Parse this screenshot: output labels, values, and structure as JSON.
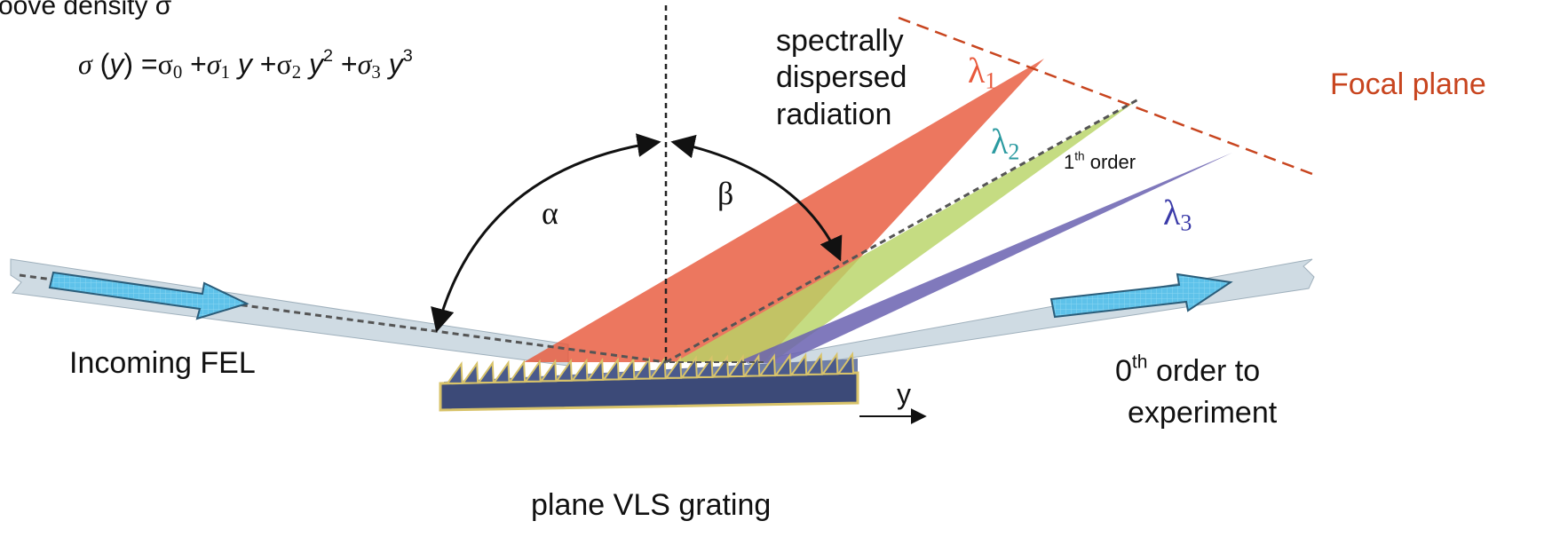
{
  "labels": {
    "groove_density": "oove density σ",
    "formula": {
      "sigma": "σ",
      "y": "y",
      "sigma0": "σ",
      "sub0": "0",
      "sigma1": "σ",
      "sub1": "1",
      "sigma2": "σ",
      "sub2": "2",
      "exp2": "2",
      "sigma3": "σ",
      "sub3": "3",
      "exp3": "3"
    },
    "spectral_line1": "spectrally",
    "spectral_line2": "dispersed",
    "spectral_line3": "radiation",
    "lambda1": "λ",
    "lambda1_sub": "1",
    "lambda2": "λ",
    "lambda2_sub": "2",
    "lambda3": "λ",
    "lambda3_sub": "3",
    "focal_plane": "Focal plane",
    "first_order_num": "1",
    "first_order_sup": "th",
    "first_order_text": " order",
    "alpha": "α",
    "beta": "β",
    "incoming": "Incoming FEL",
    "zeroth_num": "0",
    "zeroth_sup": "th",
    "zeroth_line1_rest": " order to",
    "zeroth_line2": "experiment",
    "y_axis": "y",
    "grating": "plane VLS grating"
  },
  "colors": {
    "lambda1": "#e8593c",
    "lambda2": "#b8d466",
    "lambda3": "#6a62b0",
    "focal_plane": "#c8451f",
    "lambda2_text": "#2a9aa0",
    "lambda3_text": "#3a3aa8",
    "beam": "#cfdbe3",
    "arrow_fill": "#5ec2ea",
    "grating": "#3c4a78",
    "grating_edge": "#d8c36a"
  },
  "icons": {
    "incoming_arrow": "arrow-right-icon",
    "outgoing_arrow": "arrow-right-icon",
    "angle_arrows": "double-headed-arc-arrow-icon"
  }
}
